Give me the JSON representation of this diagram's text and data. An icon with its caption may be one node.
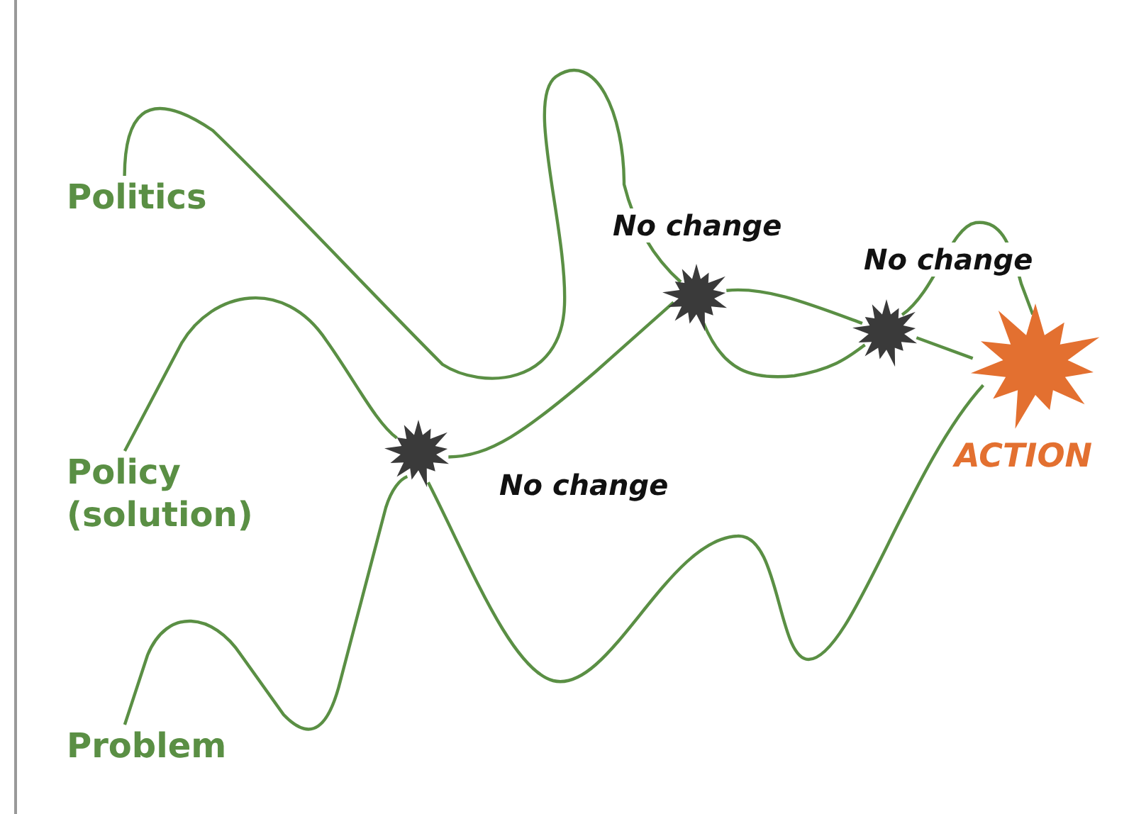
{
  "diagram": {
    "nodes": [
      {
        "text": [
          "Politics"
        ]
      },
      {
        "text": [
          "Policy (solution)"
        ]
      },
      {
        "text": [
          "Problem"
        ]
      },
      {
        "text": [],
        "shape": "star",
        "beside": [
          "No change"
        ]
      },
      {
        "text": [],
        "shape": "star",
        "beside": [
          "No change"
        ]
      },
      {
        "text": [],
        "shape": "star",
        "beside": [
          "No change"
        ]
      },
      {
        "text": [],
        "shape": "star",
        "beside": [
          "ACTION"
        ]
      }
    ],
    "edges": [
      {
        "from": 0,
        "to": 4,
        "arrow": "none"
      },
      {
        "from": 1,
        "to": 3,
        "arrow": "none"
      },
      {
        "from": 2,
        "to": 3,
        "arrow": "none"
      },
      {
        "from": 3,
        "to": 4,
        "arrow": "none"
      },
      {
        "from": 3,
        "to": 6,
        "arrow": "none"
      },
      {
        "from": 4,
        "to": 5,
        "arrow": "none"
      },
      {
        "from": 4,
        "to": 5,
        "arrow": "none"
      },
      {
        "from": 5,
        "to": 6,
        "arrow": "none"
      },
      {
        "from": 5,
        "to": 6,
        "arrow": "none"
      }
    ]
  }
}
